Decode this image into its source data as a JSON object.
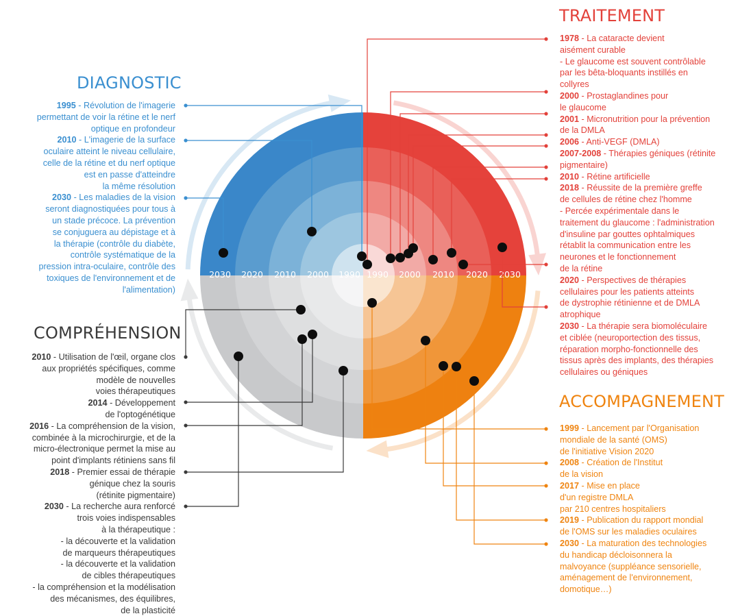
{
  "sections": {
    "diagnostic": {
      "title": "DIAGNOSTIC",
      "color": "#3a8fd0",
      "entries": [
        {
          "year": "1995",
          "text": "Révolution de l'imagerie\npermettant de voir la rétine et le nerf\noptique en profondeur"
        },
        {
          "year": "2010",
          "text": "L'imagerie de la surface\noculaire atteint le niveau cellulaire,\ncelle de la rétine et du nerf optique\nest en passe d'atteindre\nla même résolution"
        },
        {
          "year": "2030",
          "text": "Les maladies de la vision\nseront diagnostiquées pour tous à\nun stade précoce. La prévention\nse conjuguera au dépistage et à\nla thérapie (contrôle du diabète,\ncontrôle systématique de la\npression intra-oculaire, contrôle des\ntoxiques de l'environnement et de\nl'alimentation)"
        }
      ]
    },
    "traitement": {
      "title": "TRAITEMENT",
      "color": "#e3413a",
      "entries": [
        {
          "year": "1978",
          "text": "La cataracte devient\naisément curable\n- Le glaucome est souvent contrôlable\npar les bêta-bloquants instillés en\ncollyres"
        },
        {
          "year": "2000",
          "text": "Prostaglandines pour\nle glaucome"
        },
        {
          "year": "2001",
          "text": "Micronutrition pour la prévention\nde la DMLA"
        },
        {
          "year": "2006",
          "text": "Anti-VEGF (DMLA)"
        },
        {
          "year": "2007-2008",
          "text": "Thérapies géniques (rétinite\npigmentaire)"
        },
        {
          "year": "2010",
          "text": "Rétine artificielle"
        },
        {
          "year": "2018",
          "text": "Réussite de la première greffe\nde cellules de rétine chez l'homme\n- Percée expérimentale dans le\ntraitement du glaucome : l'administration\nd'insuline par gouttes ophtalmiques\nrétablit la communication entre les\nneurones et le fonctionnement\nde la rétine"
        },
        {
          "year": "2020",
          "text": "Perspectives de thérapies\ncellulaires pour les patients atteints\nde dystrophie rétinienne et de DMLA\natrophique"
        },
        {
          "year": "2030",
          "text": "La thérapie sera biomoléculaire\net ciblée (neuroportection des tissus,\nréparation morpho-fonctionnelle des\ntissus après des implants, des thérapies\ncellulaires ou géniques"
        }
      ]
    },
    "comprehension": {
      "title": "COMPRÉHENSION",
      "color": "#3a3a3a",
      "entries": [
        {
          "year": "2010",
          "text": "Utilisation de l'œil, organe clos\naux propriétés spécifiques, comme\nmodèle de nouvelles\nvoies thérapeutiques"
        },
        {
          "year": "2014",
          "text": "Développement\nde l'optogénétique"
        },
        {
          "year": "2016",
          "text": "La compréhension de la vision,\ncombinée à la microchirurgie, et de la\nmicro-électronique permet la mise au\npoint d'implants rétiniens sans fil"
        },
        {
          "year": "2018",
          "text": "Premier essai de thérapie\ngénique chez la souris\n(rétinite pigmentaire)"
        },
        {
          "year": "2030",
          "text": "La recherche aura renforcé\ntrois voies indispensables\nà la thérapeutique :\n- la découverte et la validation\nde marqueurs thérapeutiques\n- la découverte et la validation\nde cibles thérapeutiques\n- la compréhension et la modélisation\ndes mécanismes, des équilibres,\nde la plasticité"
        }
      ]
    },
    "accompagnement": {
      "title": "ACCOMPAGNEMENT",
      "color": "#ef8410",
      "entries": [
        {
          "year": "1999",
          "text": "Lancement par l'Organisation\nmondiale de la santé (OMS)\nde l'initiative Vision 2020"
        },
        {
          "year": "2008",
          "text": "Création de l'Institut\nde la vision"
        },
        {
          "year": "2017",
          "text": "Mise en place\nd'un registre DMLA\npar 210 centres hospitaliers"
        },
        {
          "year": "2019",
          "text": "Publication du rapport mondial\nde l'OMS sur les maladies oculaires"
        },
        {
          "year": "2030",
          "text": "La maturation des technologies\ndu handicap décloisonnera la\nmalvoyance (suppléance sensorielle,\naménagement de l'environnement,\ndomotique…)"
        }
      ]
    }
  },
  "scale": {
    "left": [
      "2030",
      "2020",
      "2010",
      "2000",
      "1990"
    ],
    "right": [
      "1990",
      "2000",
      "2010",
      "2020",
      "2030"
    ]
  }
}
